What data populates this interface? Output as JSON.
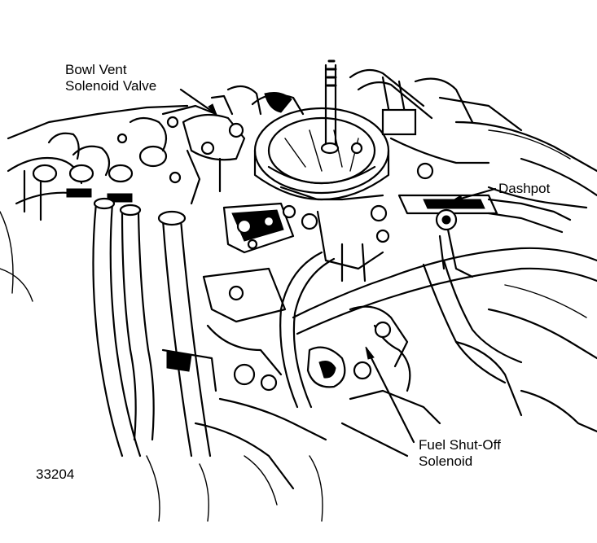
{
  "labels": {
    "bowl_vent": [
      "Bowl Vent",
      "Solenoid Valve"
    ],
    "dashpot": "Dashpot",
    "fuel_shutoff": [
      "Fuel Shut-Off",
      "Solenoid"
    ],
    "figure_number": "33204"
  },
  "colors": {
    "ink": "#000000",
    "paper": "#ffffff"
  }
}
